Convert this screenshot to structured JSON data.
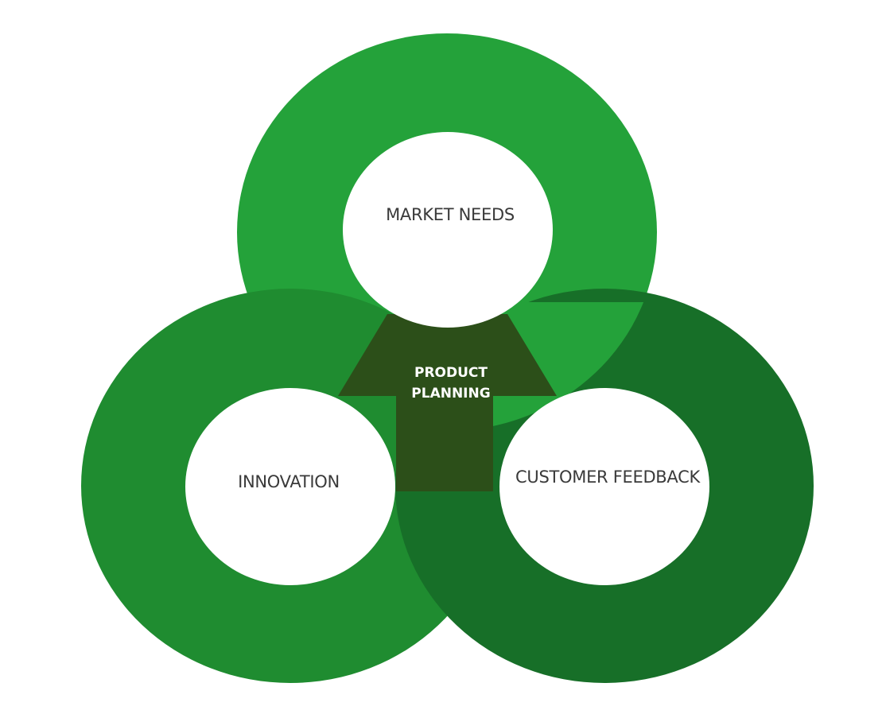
{
  "diagram": {
    "center": {
      "line1": "PRODUCT",
      "line2": "PLANNING"
    },
    "circles": {
      "top": {
        "label": "MARKET NEEDS"
      },
      "left": {
        "label": "INNOVATION"
      },
      "right": {
        "label": "CUSTOMER FEEDBACK"
      }
    }
  },
  "colors": {
    "top_ring": "#24a23a",
    "left_ring": "#1f8c30",
    "right_ring": "#176f28",
    "center_triangle": "#2c4f19",
    "center_text": "#ffffff",
    "label_text": "#3a3a3a",
    "inner_fill": "#ffffff"
  }
}
